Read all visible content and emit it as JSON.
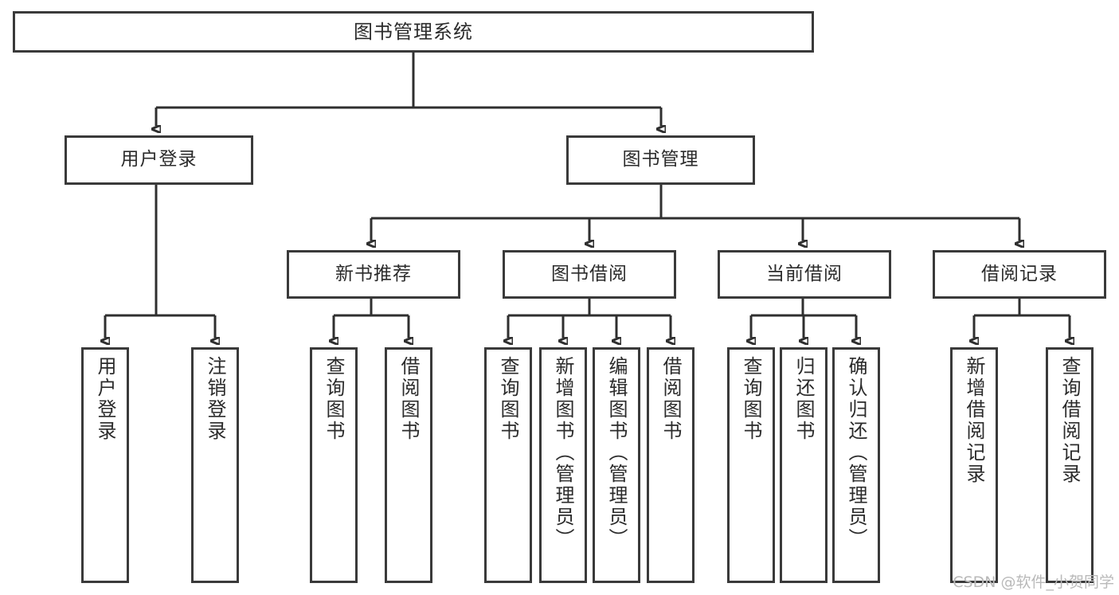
{
  "diagram": {
    "type": "tree-hierarchy",
    "title": "图书管理系统",
    "watermark": "CSDN @软件_小贺同学",
    "colors": {
      "box_border": "#3a3a3a",
      "box_fill": "#ffffff",
      "edge": "#2f2f2f",
      "text": "#2b2b2b",
      "watermark": "#b9b9b9"
    },
    "levels": {
      "root": "图书管理系统",
      "level2": [
        "用户登录",
        "图书管理"
      ],
      "level3": [
        "新书推荐",
        "图书借阅",
        "当前借阅",
        "借阅记录"
      ]
    },
    "nodes": {
      "root": {
        "id": "root",
        "label": "图书管理系统",
        "orientation": "horizontal"
      },
      "l2": [
        {
          "id": "user-login",
          "label": "用户登录",
          "orientation": "horizontal"
        },
        {
          "id": "book-management",
          "label": "图书管理",
          "orientation": "horizontal"
        }
      ],
      "l3": [
        {
          "id": "new-book-recommend",
          "label": "新书推荐",
          "orientation": "horizontal"
        },
        {
          "id": "book-borrow",
          "label": "图书借阅",
          "orientation": "horizontal"
        },
        {
          "id": "current-borrow",
          "label": "当前借阅",
          "orientation": "horizontal"
        },
        {
          "id": "borrow-record",
          "label": "借阅记录",
          "orientation": "horizontal"
        }
      ],
      "leaves": [
        {
          "id": "leaf-user-login",
          "label": "用户登录",
          "parent": "用户登录",
          "orientation": "vertical"
        },
        {
          "id": "leaf-user-logout",
          "label": "注销登录",
          "parent": "用户登录",
          "orientation": "vertical"
        },
        {
          "id": "leaf-query-book-1",
          "label": "查询图书",
          "parent": "新书推荐",
          "orientation": "vertical"
        },
        {
          "id": "leaf-borrow-book-1",
          "label": "借阅图书",
          "parent": "新书推荐",
          "orientation": "vertical"
        },
        {
          "id": "leaf-query-book-2",
          "label": "查询图书",
          "parent": "图书借阅",
          "orientation": "vertical"
        },
        {
          "id": "leaf-add-book-admin",
          "label": "新增图书（管理员）",
          "parent": "图书借阅",
          "orientation": "vertical"
        },
        {
          "id": "leaf-edit-book-admin",
          "label": "编辑图书（管理员）",
          "parent": "图书借阅",
          "orientation": "vertical"
        },
        {
          "id": "leaf-borrow-book-2",
          "label": "借阅图书",
          "parent": "图书借阅",
          "orientation": "vertical"
        },
        {
          "id": "leaf-query-book-3",
          "label": "查询图书",
          "parent": "当前借阅",
          "orientation": "vertical"
        },
        {
          "id": "leaf-return-book",
          "label": "归还图书",
          "parent": "当前借阅",
          "orientation": "vertical"
        },
        {
          "id": "leaf-confirm-return-admin",
          "label": "确认归还（管理员）",
          "parent": "当前借阅",
          "orientation": "vertical"
        },
        {
          "id": "leaf-add-borrow-record",
          "label": "新增借阅记录",
          "parent": "借阅记录",
          "orientation": "vertical"
        },
        {
          "id": "leaf-query-borrow-record",
          "label": "查询借阅记录",
          "parent": "借阅记录",
          "orientation": "vertical"
        }
      ]
    }
  }
}
